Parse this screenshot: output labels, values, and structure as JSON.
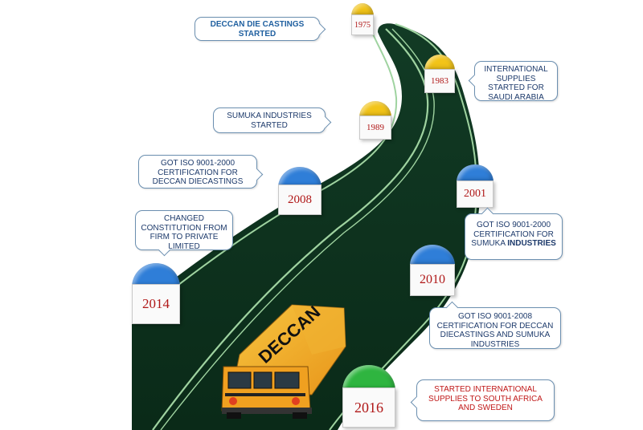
{
  "colors": {
    "road": "#0e3420",
    "road_line": "#9fd3a0",
    "callout_border": "#6b8fb0",
    "text_dark": "#1d3a6b",
    "text_red": "#c01818",
    "year_red": "#b01818",
    "cap_yellow": "#f2c418",
    "cap_blue": "#2f7ed8",
    "cap_green": "#2fb540",
    "bus_yellow": "#f2a81c"
  },
  "milestones": [
    {
      "year": "1975",
      "cap_color": "yellow"
    },
    {
      "year": "1983",
      "cap_color": "yellow"
    },
    {
      "year": "1989",
      "cap_color": "yellow"
    },
    {
      "year": "2001",
      "cap_color": "blue"
    },
    {
      "year": "2008",
      "cap_color": "blue"
    },
    {
      "year": "2010",
      "cap_color": "blue"
    },
    {
      "year": "2014",
      "cap_color": "blue"
    },
    {
      "year": "2016",
      "cap_color": "green"
    }
  ],
  "callouts": {
    "c1975": "DECCAN DIE CASTINGS STARTED",
    "c1983": "INTERNATIONAL SUPPLIES STARTED FOR SAUDI ARABIA",
    "c1989": "SUMUKA INDUSTRIES STARTED",
    "c2008": "GOT ISO 9001-2000 CERTIFICATION FOR DECCAN DIECASTINGS",
    "c2001_a": "GOT ISO 9001-2000 CERTIFICATION FOR SUMUKA",
    "c2001_b": "INDUSTRIES",
    "c2014": "CHANGED CONSTITUTION FROM FIRM TO PRIVATE LIMITED",
    "c2010": "GOT ISO 9001-2008 CERTIFICATION FOR DECCAN DIECASTINGS AND SUMUKA INDUSTRIES",
    "c2016": "STARTED INTERNATIONAL SUPPLIES TO SOUTH AFRICA AND SWEDEN"
  },
  "bus": {
    "label": "DECCAN"
  }
}
